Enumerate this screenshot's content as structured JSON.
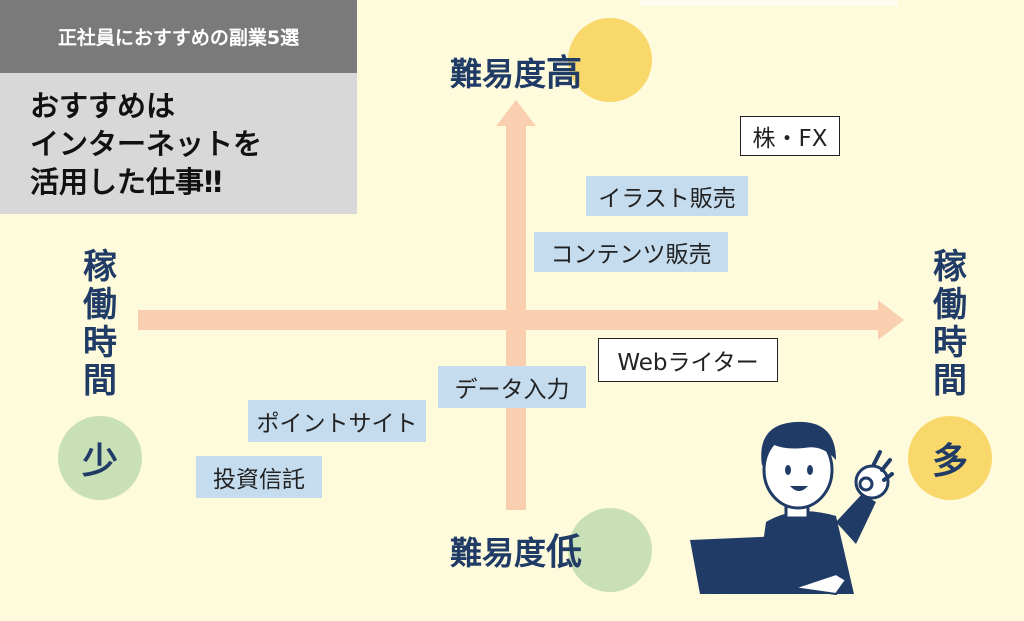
{
  "header": {
    "title": "正社員におすすめの副業5選",
    "body_lines": [
      "おすすめは",
      "インターネットを",
      "活用した仕事‼"
    ]
  },
  "axes": {
    "top": {
      "prefix": "難易度",
      "highlight": "高"
    },
    "bottom": {
      "prefix": "難易度",
      "highlight": "低"
    },
    "left": {
      "chars": [
        "稼",
        "働",
        "時",
        "間"
      ],
      "highlight": "少"
    },
    "right": {
      "chars": [
        "稼",
        "働",
        "時",
        "間"
      ],
      "highlight": "多"
    }
  },
  "items": {
    "kabu_fx": "株・FX",
    "illust": "イラスト販売",
    "contents": "コンテンツ販売",
    "web_writer": "Webライター",
    "data_input": "データ入力",
    "point_site": "ポイントサイト",
    "toushi": "投資信託"
  },
  "colors": {
    "background": "#fefbdd",
    "arrow": "#f9cfb0",
    "axis_text": "#1f3b66",
    "circle_yellow": "#f8d86b",
    "circle_green": "#c9dfb5",
    "tag_blue": "#c5dcef"
  }
}
